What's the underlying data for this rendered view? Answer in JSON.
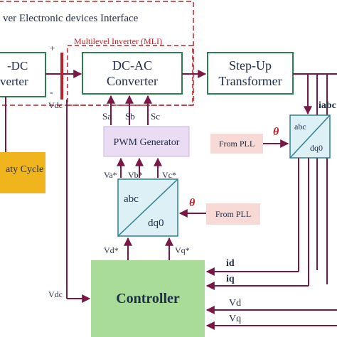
{
  "interface_region": {
    "title": "ver Electronic devices Interface",
    "border_color": "#c0202a"
  },
  "mli": {
    "label": "Multilevel Inverter (MLI)",
    "label_color": "#c0202a"
  },
  "blocks": {
    "dcdc": {
      "line1": "-DC",
      "line2": "verter"
    },
    "dcac": {
      "line1": "DC-AC",
      "line2": "Converter"
    },
    "transformer": {
      "line1": "Step-Up",
      "line2": "Transformer"
    },
    "duty": {
      "line1": "aty Cycle",
      "line2": ""
    },
    "pwm": {
      "label": "PWM Generator"
    },
    "abc_dq0_main": {
      "top": "abc",
      "bottom": "dq0"
    },
    "abc_dq0_right": {
      "top": "abc",
      "bottom": "dq0"
    },
    "pll_main": {
      "label": "From PLL"
    },
    "pll_right": {
      "label": "From PLL"
    },
    "controller": {
      "label": "Controller"
    }
  },
  "signals": {
    "plus": "+",
    "minus": "-",
    "vdc_top": "Vdc",
    "vdc_bottom": "Vdc",
    "sa": "Sa",
    "sb": "Sb",
    "sc": "Sc",
    "va_ref": "Va*",
    "vb_ref": "Vb*",
    "vc_ref": "Vc*",
    "vd_ref": "Vd*",
    "vq_ref": "Vq*",
    "theta_main": "θ",
    "theta_right": "θ",
    "iabc": "iabc",
    "id": "id",
    "iq": "iq",
    "vd": "Vd",
    "vq": "Vq"
  },
  "colors": {
    "block_green_border": "#2e7d4f",
    "block_green_text": "#1f2d4a",
    "arrow": "#7a1747",
    "duty_fill": "#f0b41c",
    "pwm_fill": "#eadcf3",
    "pll_fill": "#f7d9d6",
    "transform_fill": "#dcf0f5",
    "controller_fill": "#a8dc98",
    "navy": "#1f2d4a"
  }
}
